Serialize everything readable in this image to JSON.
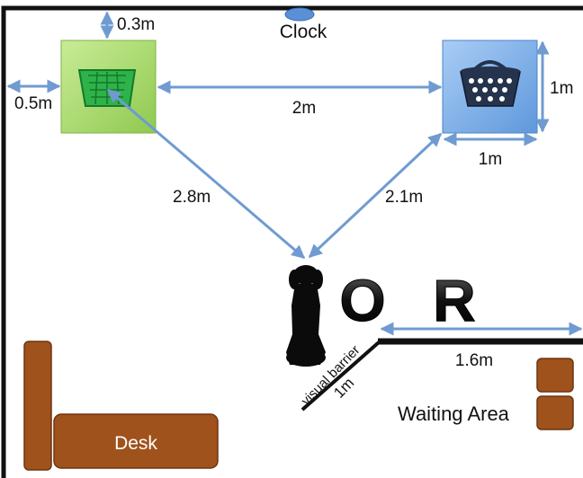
{
  "labels": {
    "clock": "Clock",
    "top_gap": "0.3m",
    "left_gap": "0.5m",
    "basket_distance": "2m",
    "right_height": "1m",
    "right_width": "1m",
    "left_diag": "2.8m",
    "right_diag": "2.1m",
    "option_o": "O",
    "option_r": "R",
    "barrier_len": "1.6m",
    "visual_barrier": "visual barrier",
    "visual_barrier_len": "1m",
    "waiting_area": "Waiting Area",
    "desk": "Desk"
  },
  "icons": {
    "left_basket": "green-laundry-basket-icon",
    "right_basket": "blue-dotted-tote-basket-icon",
    "dog": "black-dog-silhouette-icon",
    "clock": "clock-icon"
  },
  "colors": {
    "arrow": "#6f9bd1",
    "furniture": "#a0521c",
    "left_box": "#a8d86e",
    "right_box": "#7fb0e6",
    "wall": "#111111"
  }
}
